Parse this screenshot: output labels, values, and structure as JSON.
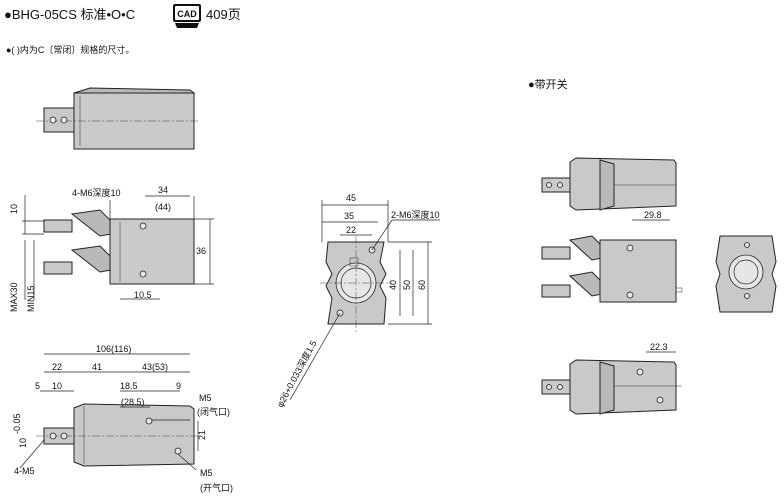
{
  "header": {
    "title": "●BHG-05CS 标准•O•C",
    "cad_label": "CAD",
    "page_ref": "409页"
  },
  "note": "●(    )内为C〔常闭〕规格的尺寸。",
  "switch_section_title": "●带开关",
  "dimensions": {
    "d34": "34",
    "d44": "(44)",
    "m6_depth_left": "4-M6深度10",
    "d10_top": "10",
    "d36": "36",
    "d10_5": "10.5",
    "max30": "MAX30",
    "min15": "MIN15",
    "d106": "106(116)",
    "d22_bottom": "22",
    "d41": "41",
    "d43": "43(53)",
    "d5": "5",
    "d10_bottom": "10",
    "d18_5": "18.5",
    "d9": "9",
    "d28_5": "(28.5)",
    "m5_close": "M5",
    "close_port": "(闭气口)",
    "m5_open": "M5",
    "open_port": "(开气口)",
    "d21": "21",
    "d10_tol": "10",
    "tol": "-0.05",
    "m5_4": "4-M5",
    "d45": "45",
    "d35": "35",
    "d22_mid": "22",
    "m6_depth_mid": "2-M6深度10",
    "d40": "40",
    "d50": "50",
    "d60": "60",
    "phi26": "φ26+0.033深度1.5",
    "d29_8": "29.8",
    "d22_3": "22.3"
  },
  "colors": {
    "body_fill": "#c9c9c9",
    "line": "#222222"
  }
}
